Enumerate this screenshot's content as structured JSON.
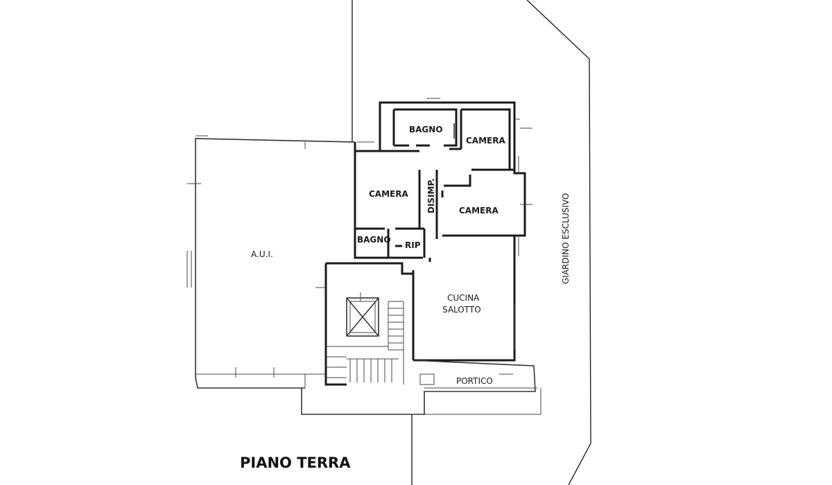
{
  "plan": {
    "title": "PIANO TERRA",
    "rooms": {
      "aui": "A.U.I.",
      "bagno_top": "BAGNO",
      "camera_top_right": "CAMERA",
      "camera_left": "CAMERA",
      "disimp": "DISIMP.",
      "camera_mid_right": "CAMERA",
      "bagno_small": "BAGNO",
      "rip": "RIP",
      "cucina": "CUCINA",
      "salotto": "SALOTTO",
      "portico": "PORTICO"
    },
    "exterior": {
      "garden": "GIARDINO ESCLUSIVO"
    }
  }
}
